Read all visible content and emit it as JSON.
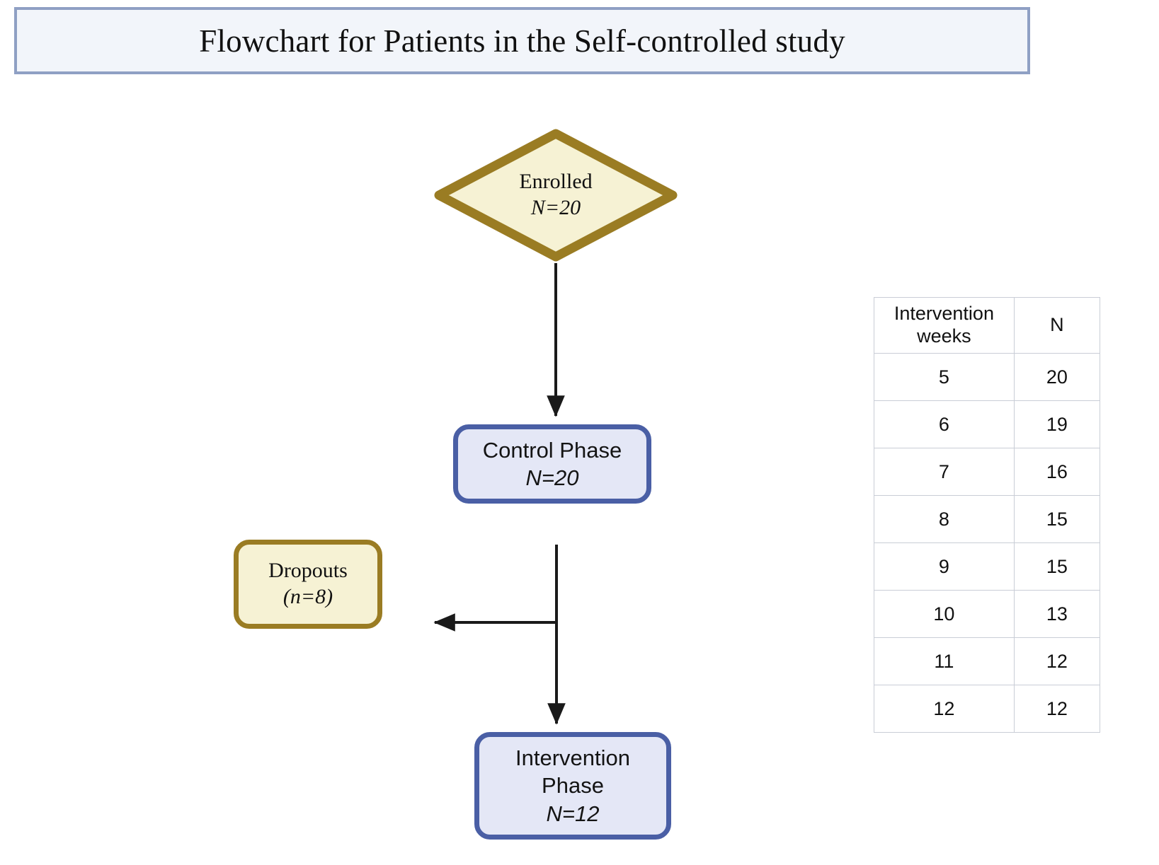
{
  "title": {
    "text": "Flowchart for Patients in the Self-controlled study"
  },
  "flowchart": {
    "nodes": [
      {
        "id": "enrolled",
        "shape": "diamond",
        "label": "Enrolled",
        "count_label": "N=20",
        "border_color": "#9a7c23",
        "fill_color": "#f6f2d4"
      },
      {
        "id": "control-phase",
        "shape": "rounded-rect",
        "label": "Control Phase",
        "count_label": "N=20",
        "border_color": "#4a5fa5",
        "fill_color": "#e4e7f6"
      },
      {
        "id": "dropouts",
        "shape": "rounded-rect",
        "label": "Dropouts",
        "count_label": "(n=8)",
        "border_color": "#9a7c23",
        "fill_color": "#f6f2d4"
      },
      {
        "id": "intervention-phase",
        "shape": "rounded-rect",
        "label_line1": "Intervention",
        "label_line2": "Phase",
        "count_label": "N=12",
        "border_color": "#4a5fa5",
        "fill_color": "#e4e7f6"
      }
    ],
    "edges": [
      {
        "from": "enrolled",
        "to": "control-phase",
        "direction": "down"
      },
      {
        "from": "control-phase",
        "to": "dropouts",
        "direction": "left"
      },
      {
        "from": "control-phase",
        "to": "intervention-phase",
        "direction": "down"
      }
    ],
    "arrow_color": "#1a1a1a"
  },
  "chart_data": {
    "type": "table",
    "title": "",
    "columns": [
      "Intervention weeks",
      "N"
    ],
    "column_header_lines": [
      [
        "Intervention",
        "weeks"
      ],
      [
        "N"
      ]
    ],
    "rows": [
      {
        "week": "5",
        "n": "20"
      },
      {
        "week": "6",
        "n": "19"
      },
      {
        "week": "7",
        "n": "16"
      },
      {
        "week": "8",
        "n": "15"
      },
      {
        "week": "9",
        "n": "15"
      },
      {
        "week": "10",
        "n": "13"
      },
      {
        "week": "11",
        "n": "12"
      },
      {
        "week": "12",
        "n": "12"
      }
    ],
    "x": [
      5,
      6,
      7,
      8,
      9,
      10,
      11,
      12
    ],
    "values": [
      20,
      19,
      16,
      15,
      15,
      13,
      12,
      12
    ],
    "xlabel": "Intervention weeks",
    "ylabel": "N",
    "border_color": "#c9cdd6"
  },
  "colors": {
    "title_border": "#8fa0c4",
    "title_fill": "#f2f5fa",
    "gold_border": "#9a7c23",
    "gold_fill": "#f6f2d4",
    "blue_border": "#4a5fa5",
    "blue_fill": "#e4e7f6",
    "table_border": "#c9cdd6",
    "arrow": "#1a1a1a"
  }
}
